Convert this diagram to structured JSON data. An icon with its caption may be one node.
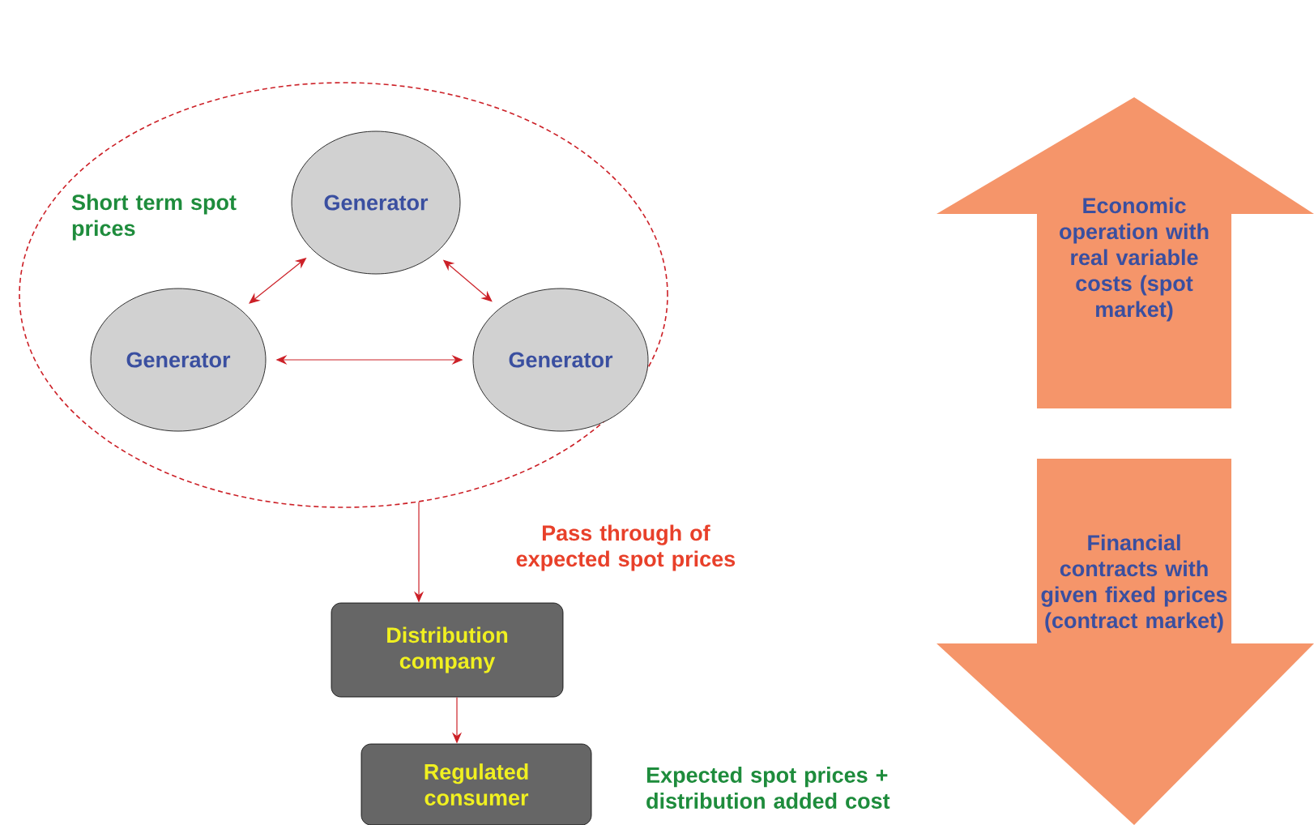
{
  "diagram": {
    "nodes": [
      {
        "text": [
          "Short term spot prices"
        ]
      },
      {
        "text": [
          "Generator"
        ],
        "in": 0
      },
      {
        "text": [
          "Generator"
        ],
        "in": 0
      },
      {
        "text": [
          "Generator"
        ],
        "in": 0
      },
      {
        "text": [
          "Distribution company"
        ]
      },
      {
        "text": [
          "Regulated consumer"
        ]
      },
      {
        "text": [
          "Economic operation with real variable costs (spot market)"
        ]
      },
      {
        "text": [
          "Financial contracts with given fixed prices (contract market)"
        ]
      }
    ],
    "edges": [
      {
        "from": 1,
        "to": 2,
        "arrow": "both"
      },
      {
        "from": 1,
        "to": 3,
        "arrow": "both"
      },
      {
        "from": 2,
        "to": 3,
        "arrow": "both"
      },
      {
        "from": 0,
        "to": 4,
        "arrow": "to",
        "label": "Pass through of expected spot prices"
      },
      {
        "from": 4,
        "to": 5,
        "arrow": "to"
      }
    ],
    "labels": [
      "Expected spot prices + distribution added cost"
    ]
  }
}
